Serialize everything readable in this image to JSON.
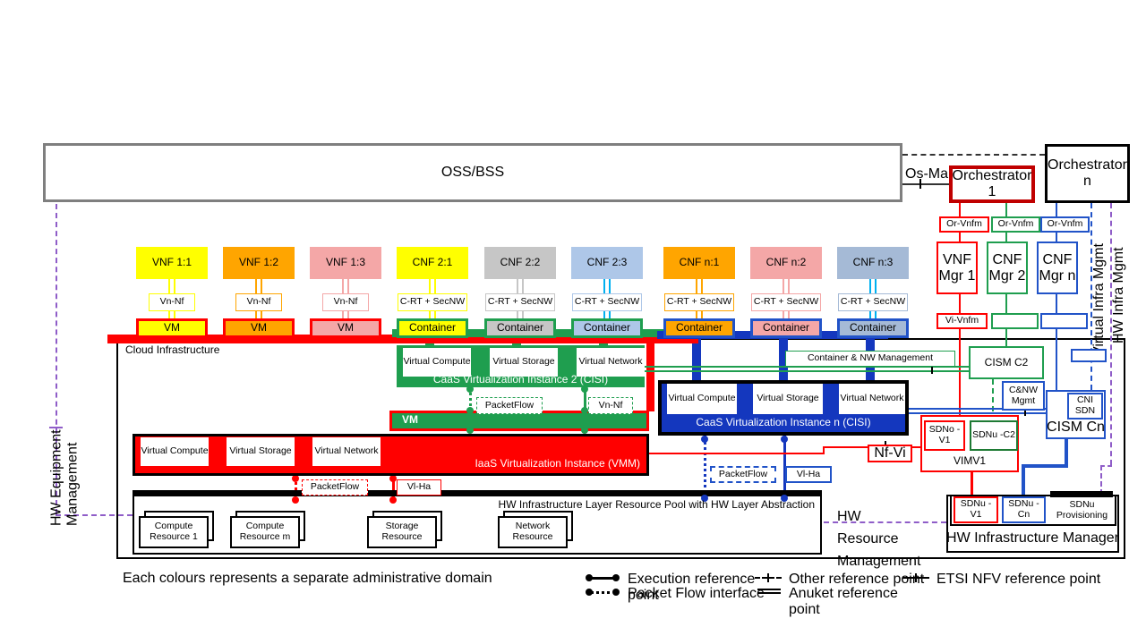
{
  "palette": {
    "yellow": "#FFFF00",
    "orange": "#FFA500",
    "pink": "#F4A7A7",
    "gray": "#C6C6C6",
    "light_blue": "#AEC7E8",
    "blue_gray": "#A5BAD6",
    "cyan": "#00B0F0",
    "red": "#FF0000",
    "dark_red": "#C00000",
    "green": "#1F9E4F",
    "dark_green": "#1E7A34",
    "blue": "#2153C8",
    "caas_n_blue": "#1437BE",
    "purple": "#8F5DC8",
    "oss_border_gray": "#7F7F7F"
  },
  "top": {
    "oss_bss": "OSS/BSS",
    "os_ma": "Os-Ma",
    "orchestrator_1": "Orchestrator 1",
    "orchestrator_n": "Orchestrator n"
  },
  "apps": [
    {
      "label": "VNF 1:1",
      "iface": "Vn-Nf",
      "node": "VM",
      "fill": "#FFFF00",
      "line": "#FFFF00"
    },
    {
      "label": "VNF 1:2",
      "iface": "Vn-Nf",
      "node": "VM",
      "fill": "#FFA500",
      "line": "#FFA500"
    },
    {
      "label": "VNF 1:3",
      "iface": "Vn-Nf",
      "node": "VM",
      "fill": "#F4A7A7",
      "line": "#F4A7A7"
    },
    {
      "label": "CNF 2:1",
      "iface": "C-RT + SecNW",
      "node": "Container",
      "fill": "#FFFF00",
      "line": "#FFFF00"
    },
    {
      "label": "CNF 2:2",
      "iface": "C-RT + SecNW",
      "node": "Container",
      "fill": "#C6C6C6",
      "line": "#C6C6C6"
    },
    {
      "label": "CNF 2:3",
      "iface": "C-RT + SecNW",
      "node": "Container",
      "fill": "#AEC7E8",
      "line": "#00B0F0"
    },
    {
      "label": "CNF n:1",
      "iface": "C-RT + SecNW",
      "node": "Container",
      "fill": "#FFA500",
      "line": "#FFA500"
    },
    {
      "label": "CNF n:2",
      "iface": "C-RT + SecNW",
      "node": "Container",
      "fill": "#F4A7A7",
      "line": "#F4A7A7"
    },
    {
      "label": "CNF n:3",
      "iface": "C-RT + SecNW",
      "node": "Container",
      "fill": "#A5BAD6",
      "line": "#00B0F0"
    }
  ],
  "cloud": {
    "label": "Cloud  Infrastructure"
  },
  "cisi2": {
    "compute": "Virtual Compute",
    "storage": "Virtual Storage",
    "network": "Virtual Network",
    "label": "CaaS Virtualization Instance 2 (CISI)",
    "packet_flow": "PacketFlow",
    "vn_nf": "Vn-Nf"
  },
  "vm_layer": {
    "label": "VM"
  },
  "iaas": {
    "compute": "Virtual Compute",
    "storage": "Virtual Storage",
    "network": "Virtual Network",
    "label": "IaaS Virtualization Instance (VMM)",
    "packet_flow": "PacketFlow",
    "vl_ha": "Vl-Ha"
  },
  "cisi_n": {
    "compute": "Virtual Compute",
    "storage": "Virtual Storage",
    "network": "Virtual Network",
    "label": "CaaS Virtualization Instance n (CISI)",
    "packet_flow": "PacketFlow",
    "vl_ha": "Vl-Ha"
  },
  "hw_pool": {
    "label": "HW Infrastructure Layer Resource Pool with HW Layer Abstraction",
    "resources": [
      "Compute Resource 1",
      "Compute Resource m",
      "Storage Resource",
      "Network Resource"
    ]
  },
  "mgmt": {
    "or_vnfm_1": "Or-Vnfm",
    "or_vnfm_2": "Or-Vnfm",
    "or_vnfm_3": "Or-Vnfm",
    "vnf_mgr_1": "VNF Mgr 1",
    "cnf_mgr_2": "CNF Mgr 2",
    "cnf_mgr_n": "CNF Mgr n",
    "vi_vnfm": "Vi-Vnfm",
    "container_nw": "Container & NW Management",
    "cism_c2": "CISM C2",
    "cnw_mgmt": "C&NW Mgmt",
    "cni_sdn": "CNI SDN",
    "cism_cn": "CISM Cn",
    "sdno_v1": "SDNo -V1",
    "sdnu_c2": "SDNu -C2",
    "vim_v1": "VIMV1",
    "nf_vi": "Nf-Vi",
    "hw_res_mgmt": "HW Resource Management",
    "him_label": "HW Infrastructure Manager",
    "sdnu_v1": "SDNu -V1",
    "sdnu_cn": "SDNu -Cn",
    "sdnu_prov": "SDNu Provisioning",
    "virtual_infra": "Virtual Infra Mgmt",
    "hw_infra": "HW Infra Mgmt",
    "hw_equipment": "HW Equipment Management"
  },
  "legend": {
    "note": "Each colours represents a separate administrative domain",
    "execution": "Execution reference point",
    "packet_flow": "Packet Flow interface",
    "other": "Other reference point",
    "anuket": "Anuket reference point",
    "etsi": "ETSI NFV reference point"
  }
}
